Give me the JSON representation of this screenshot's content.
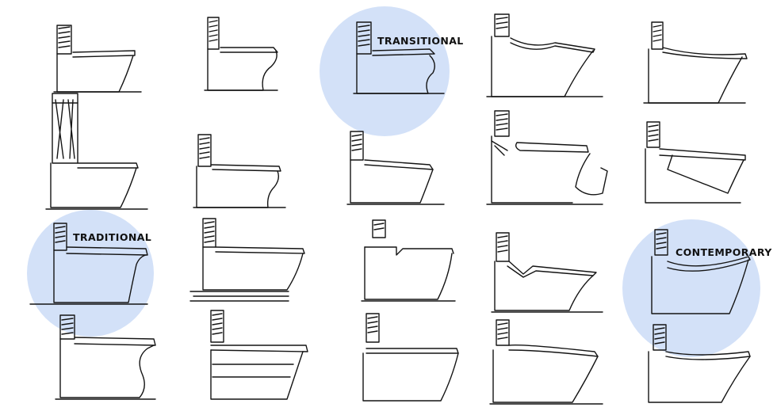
{
  "labels": {
    "transitional": "TRANSITIONAL",
    "traditional": "TRADITIONAL",
    "contemporary": "CONTEMPORARY"
  },
  "colors": {
    "highlight": "#d3e1f8",
    "ink": "#141414"
  }
}
